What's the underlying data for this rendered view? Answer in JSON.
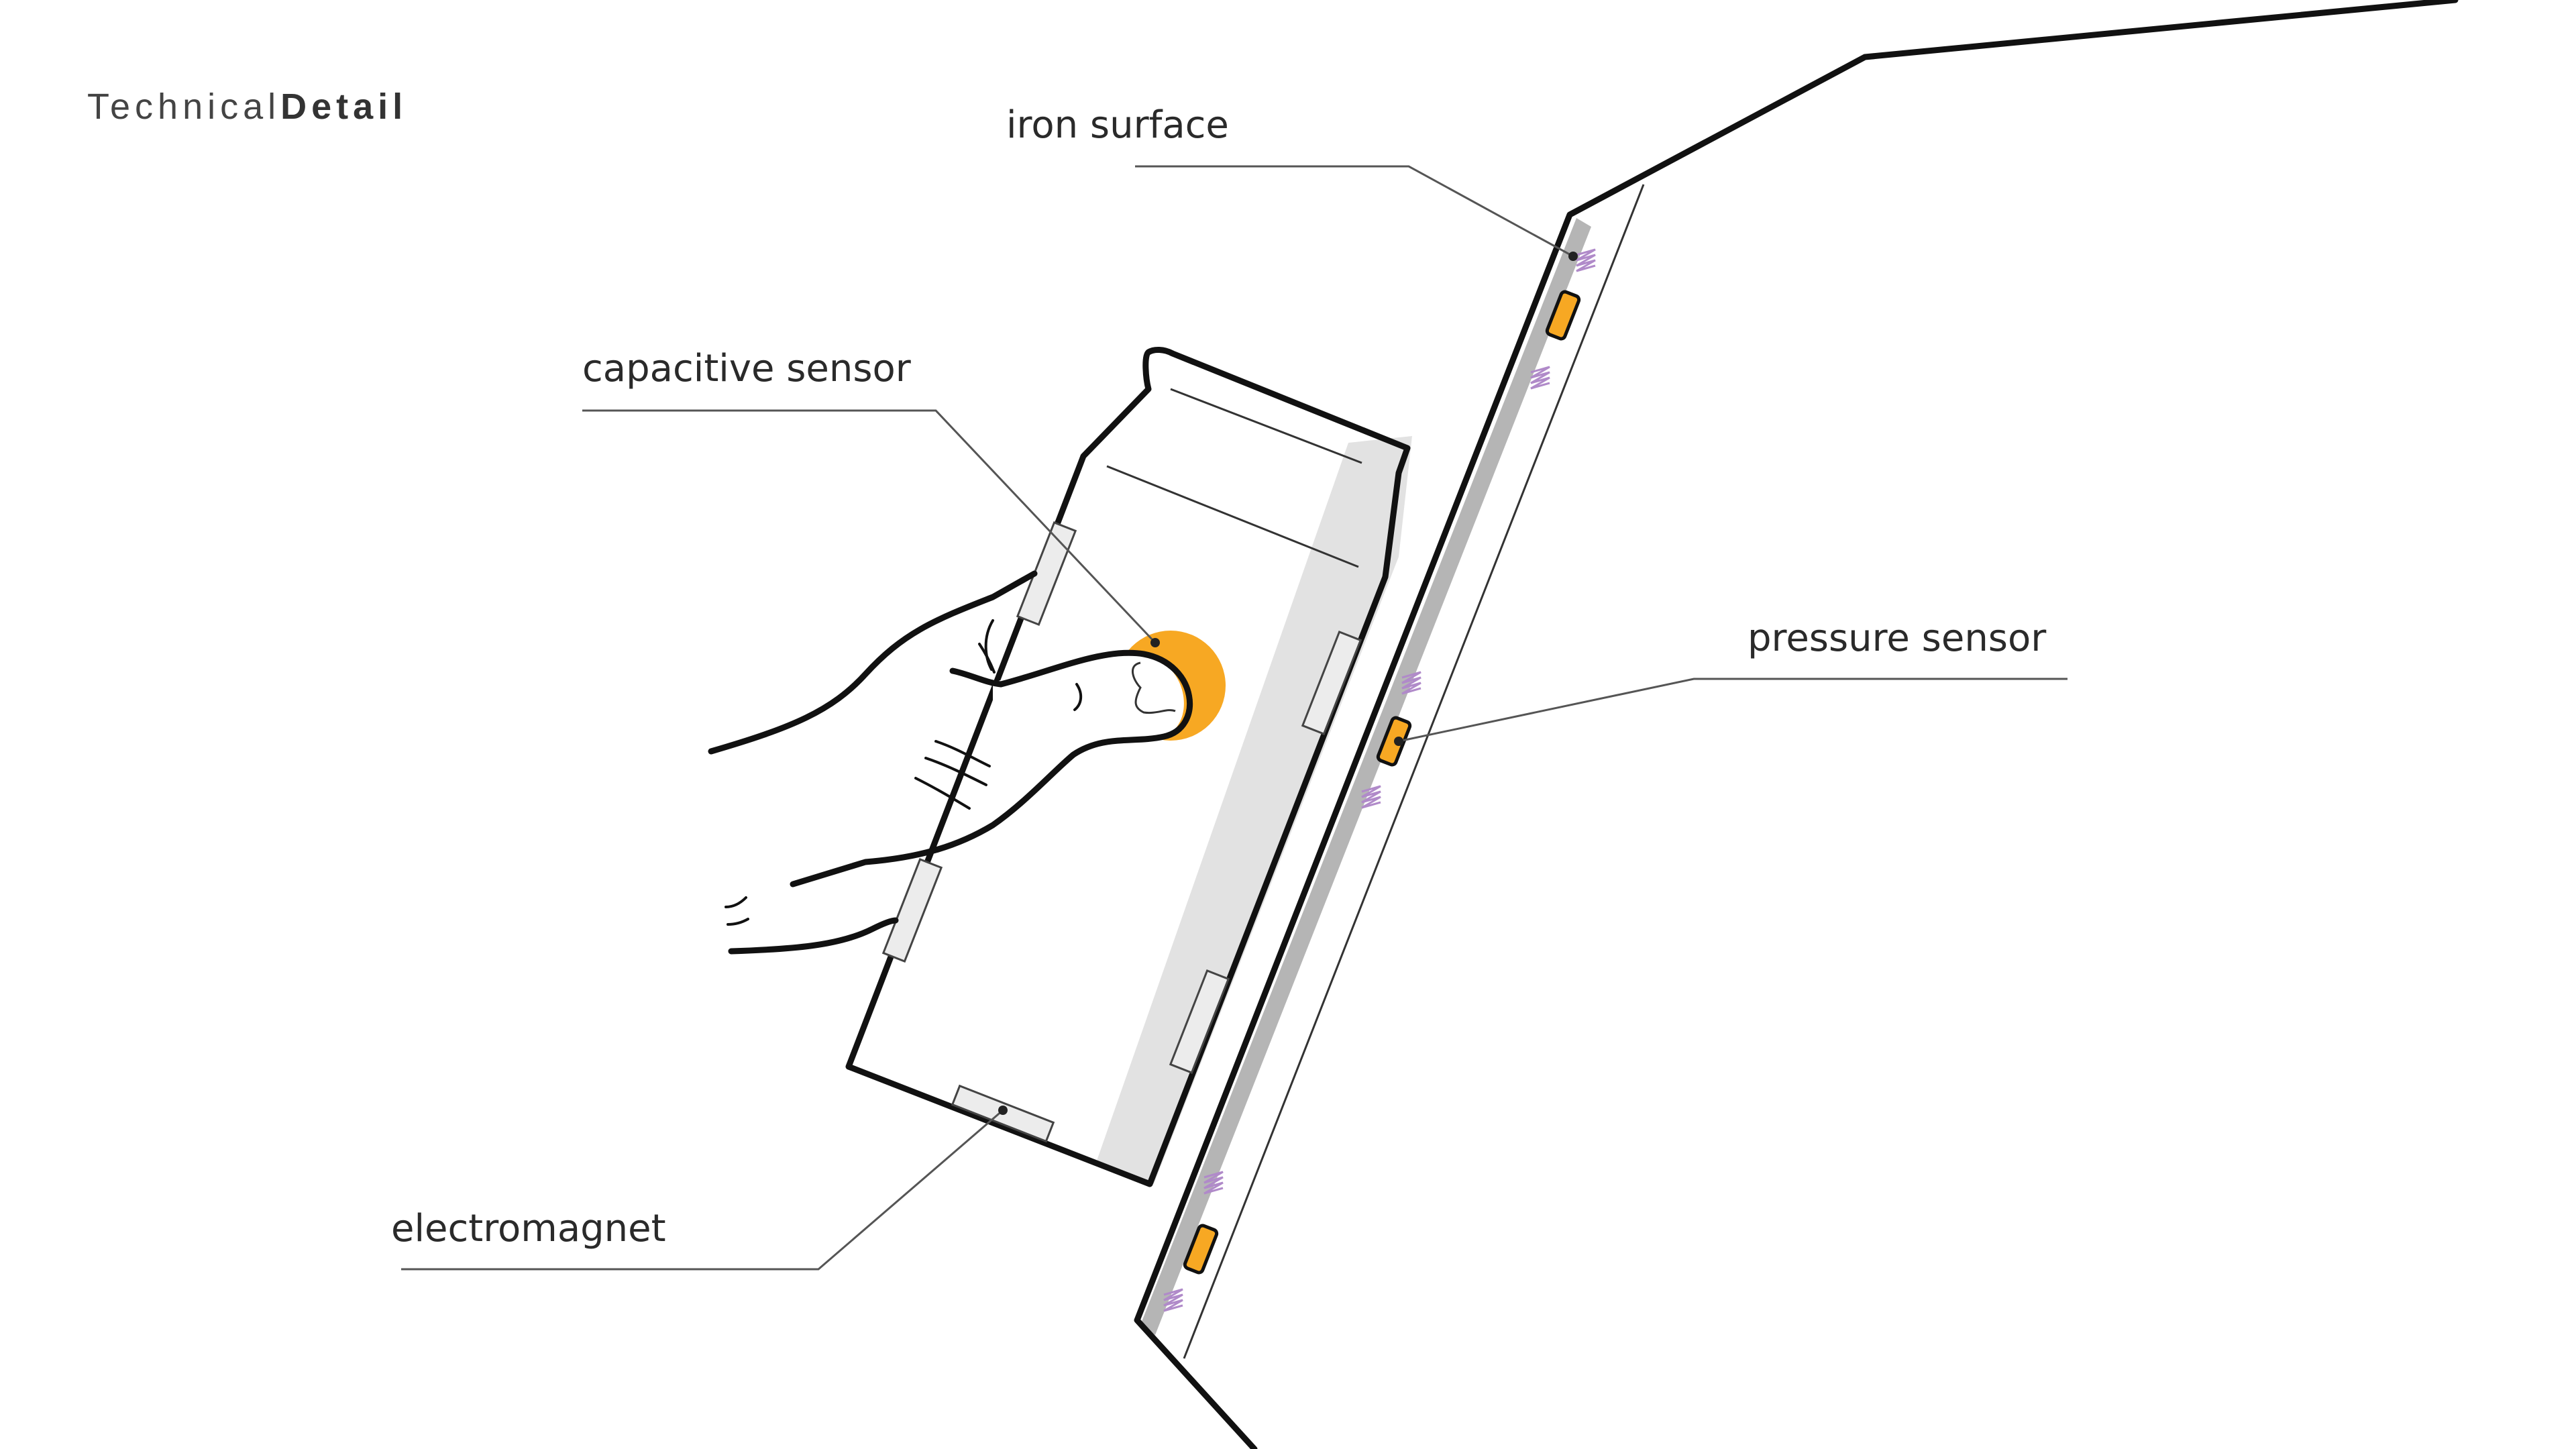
{
  "header": {
    "title_light": "Technical",
    "title_bold": "Detail"
  },
  "labels": {
    "iron_surface": "iron surface",
    "capacitive_sensor": "capacitive sensor",
    "pressure_sensor": "pressure sensor",
    "electromagnet": "electromagnet"
  },
  "colors": {
    "accent_orange": "#F7A823",
    "spring_purple": "#B08AC9",
    "panel_gray": "#E2E2E2",
    "layer_gray": "#B5B5B5",
    "line": "#111111"
  }
}
